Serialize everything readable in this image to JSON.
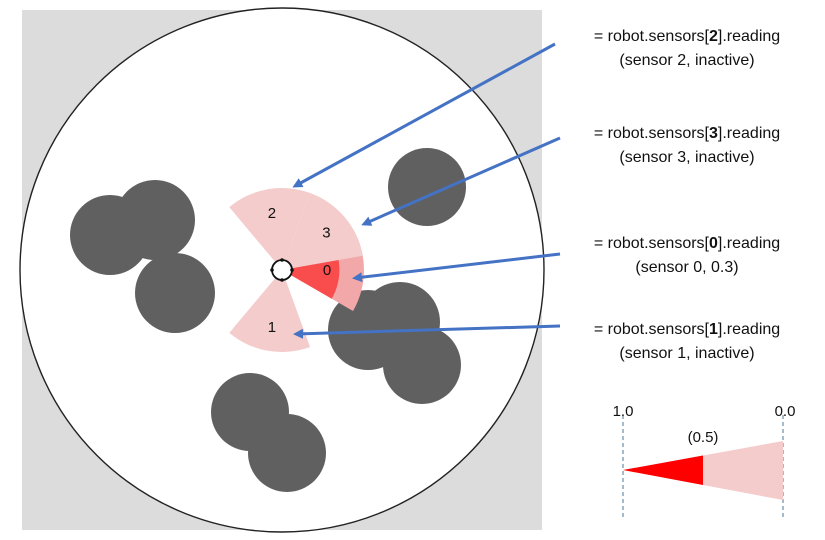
{
  "colors": {
    "arena_background": "#dcdcdc",
    "arena_floor": "#ffffff",
    "obstacle": "#606060",
    "sensor_inactive": "#f4cccc",
    "sensor_active": "#ff0000",
    "sensor_active_bg": "#f2a8a8",
    "arrow": "#4472c4"
  },
  "sensors": [
    {
      "label": "0",
      "state": "active",
      "reading": 0.3
    },
    {
      "label": "1",
      "state": "inactive"
    },
    {
      "label": "2",
      "state": "inactive"
    },
    {
      "label": "3",
      "state": "inactive"
    }
  ],
  "annotations": [
    {
      "prefix": "= robot.sensors[",
      "index": "2",
      "suffix": "].reading",
      "detail": "(sensor 2, inactive)"
    },
    {
      "prefix": "= robot.sensors[",
      "index": "3",
      "suffix": "].reading",
      "detail": "(sensor 3, inactive)"
    },
    {
      "prefix": "= robot.sensors[",
      "index": "0",
      "suffix": "].reading",
      "detail": "(sensor 0, 0.3)"
    },
    {
      "prefix": "= robot.sensors[",
      "index": "1",
      "suffix": "].reading",
      "detail": "(sensor 1, inactive)"
    }
  ],
  "legend": {
    "left_label": "1.0",
    "right_label": "0.0",
    "middle_label": "(0.5)",
    "example_reading": 0.5
  }
}
